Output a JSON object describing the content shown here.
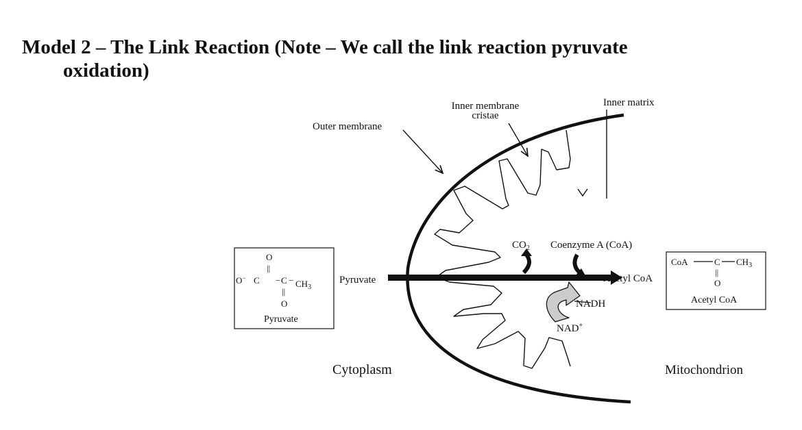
{
  "title": {
    "line1": "Model 2 – The Link Reaction (Note – We call the link reaction pyruvate",
    "line2": "oxidation)"
  },
  "labels": {
    "outer_membrane": "Outer membrane",
    "inner_cristae_line1": "Inner membrane",
    "inner_cristae_line2": "cristae",
    "inner_matrix": "Inner matrix",
    "pyruvate_arrow": "Pyruvate",
    "co2_prefix": "CO",
    "co2_sub": "2",
    "coenzyme": "Coenzyme A (CoA)",
    "acetyl_coa_arrow": "Acetyl CoA",
    "nadh": "NADH",
    "nad": "NAD",
    "nad_sup": "+",
    "cytoplasm": "Cytoplasm",
    "mitochondrion": "Mitochondrion"
  },
  "pyruvate_box": {
    "o_top": "O",
    "double_bond": "||",
    "o_minus": "O",
    "minus": "−",
    "c_left": "C",
    "c_mid": "C",
    "dash1": "−",
    "dash2": "−",
    "ch3": "CH",
    "ch3_sub": "3",
    "double_bond_lower": "||",
    "o_bottom": "O",
    "caption": "Pyruvate"
  },
  "acetyl_box": {
    "coa": "CoA",
    "c": "C",
    "ch3": "CH",
    "ch3_sub": "3",
    "double_bond": "||",
    "o": "O",
    "caption": "Acetyl CoA"
  },
  "colors": {
    "ink": "#111111",
    "nad_fill": "#cccccc"
  }
}
